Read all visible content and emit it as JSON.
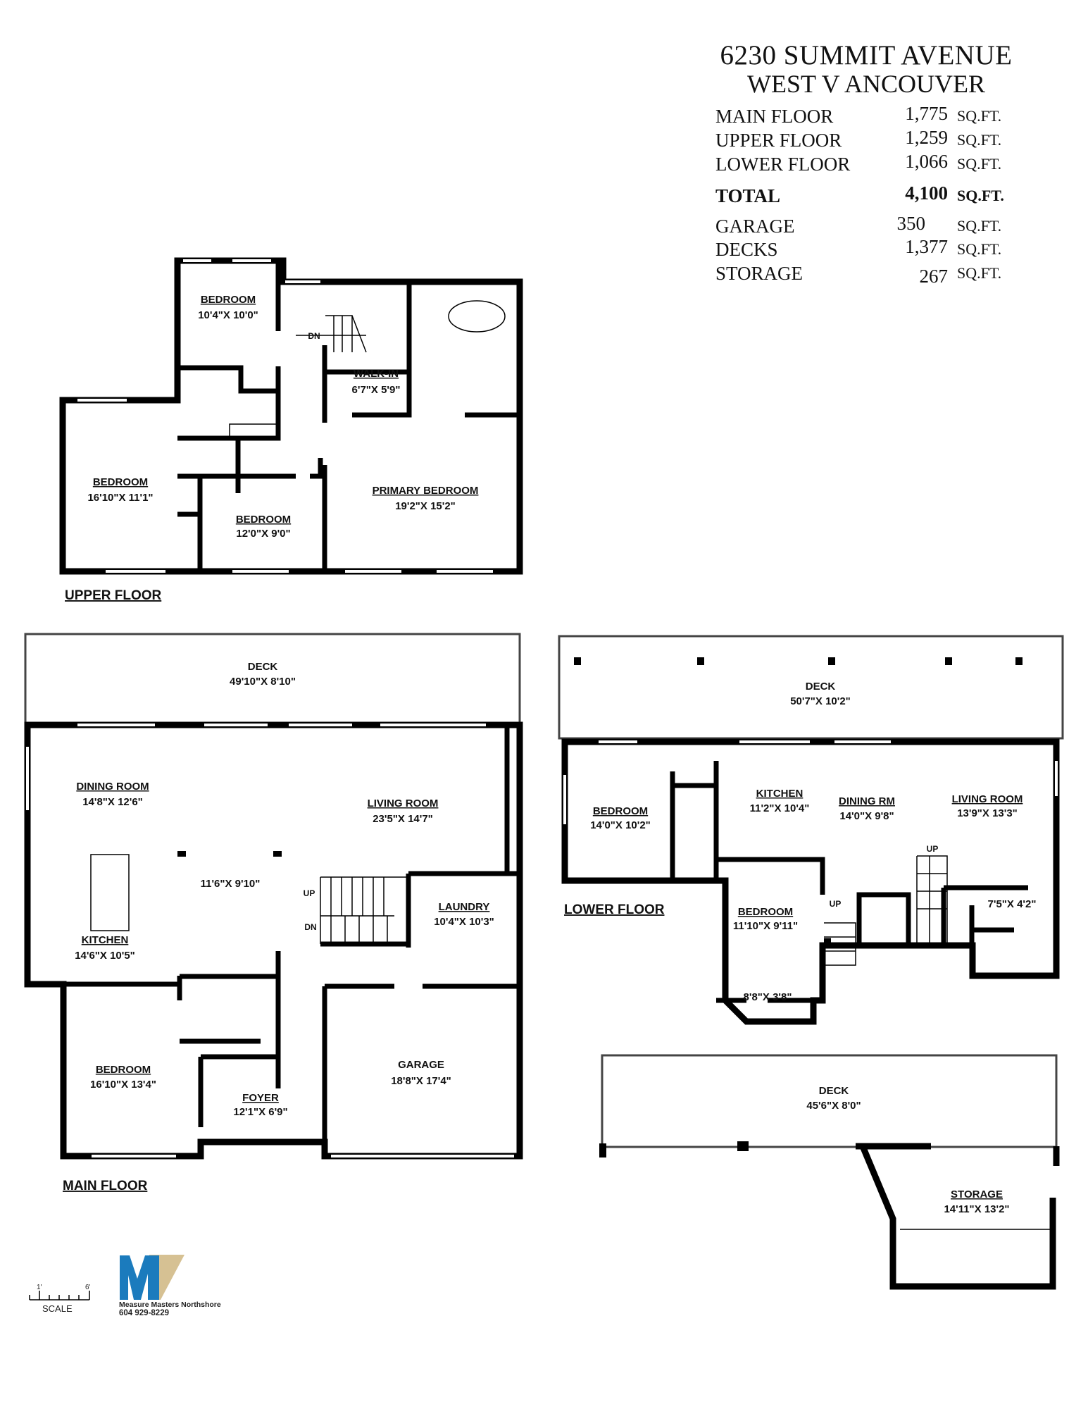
{
  "header": {
    "address": "6230 SUMMIT AVENUE",
    "city": "WEST V ANCOUVER"
  },
  "area_table": [
    {
      "label": "MAIN FLOOR",
      "value": "1,775",
      "unit": "SQ.FT."
    },
    {
      "label": "UPPER FLOOR",
      "value": "1,259",
      "unit": "SQ.FT."
    },
    {
      "label": "LOWER FLOOR",
      "value": "1,066",
      "unit": "SQ.FT."
    },
    {
      "label": "TOTAL",
      "value": "4,100",
      "unit": "SQ.FT."
    },
    {
      "label": "GARAGE",
      "value": "350",
      "unit": "SQ.FT."
    },
    {
      "label": "DECKS",
      "value": "1,377",
      "unit": "SQ.FT."
    },
    {
      "label": "STORAGE",
      "value": "267",
      "unit": "SQ.FT."
    }
  ],
  "upper_floor": {
    "label": "UPPER FLOOR",
    "stair_label": "DN",
    "rooms": [
      {
        "name": "BEDROOM",
        "dims": "10'4\"X  10'0\""
      },
      {
        "name": "WALK-IN",
        "dims": "6'7\"X  5'9\""
      },
      {
        "name": "BEDROOM",
        "dims": "16'10\"X  11'1\""
      },
      {
        "name": "BEDROOM",
        "dims": "12'0\"X  9'0\""
      },
      {
        "name": "PRIMARY  BEDROOM",
        "dims": "19'2\"X  15'2\""
      }
    ]
  },
  "main_floor": {
    "label": "MAIN  FLOOR",
    "stair_up": "UP",
    "stair_down": "DN",
    "rooms": [
      {
        "name": "DECK",
        "dims": "49'10\"X  8'10\""
      },
      {
        "name": "DINING  ROOM",
        "dims": "14'8\"X  12'6\""
      },
      {
        "name": "LIVING  ROOM",
        "dims": "23'5\"X  14'7\""
      },
      {
        "name": "",
        "dims": "11'6\"X  9'10\""
      },
      {
        "name": "KITCHEN",
        "dims": "14'6\"X  10'5\""
      },
      {
        "name": "LAUNDRY",
        "dims": "10'4\"X  10'3\""
      },
      {
        "name": "BEDROOM",
        "dims": "16'10\"X  13'4\""
      },
      {
        "name": "FOYER",
        "dims": "12'1\"X  6'9\""
      },
      {
        "name": "GARAGE",
        "dims": "18'8\"X  17'4\""
      }
    ]
  },
  "lower_floor": {
    "label": "LOWER  FLOOR",
    "stair_up_1": "UP",
    "stair_up_2": "UP",
    "rooms": [
      {
        "name": "DECK",
        "dims": "50'7\"X  10'2\""
      },
      {
        "name": "BEDROOM",
        "dims": "14'0\"X  10'2\""
      },
      {
        "name": "KITCHEN",
        "dims": "11'2\"X  10'4\""
      },
      {
        "name": "DINING  RM",
        "dims": "14'0\"X  9'8\""
      },
      {
        "name": "LIVING  ROOM",
        "dims": "13'9\"X  13'3\""
      },
      {
        "name": "",
        "dims": "7'5\"X  4'2\""
      },
      {
        "name": "BEDROOM",
        "dims": "11'10\"X  9'11\""
      },
      {
        "name": "",
        "dims": "8'8\"X  3'8\""
      },
      {
        "name": "DECK",
        "dims": "45'6\"X  8'0\""
      },
      {
        "name": "STORAGE",
        "dims": "14'11\"X  13'2\""
      }
    ]
  },
  "scale": {
    "start": "1'",
    "end": "6'",
    "label": "SCALE"
  },
  "logo": {
    "letters": "MV",
    "company": "Measure Masters Northshore",
    "phone": "604 929-8229",
    "colors": {
      "blue": "#1b7bbd",
      "tan": "#d6c193"
    }
  }
}
